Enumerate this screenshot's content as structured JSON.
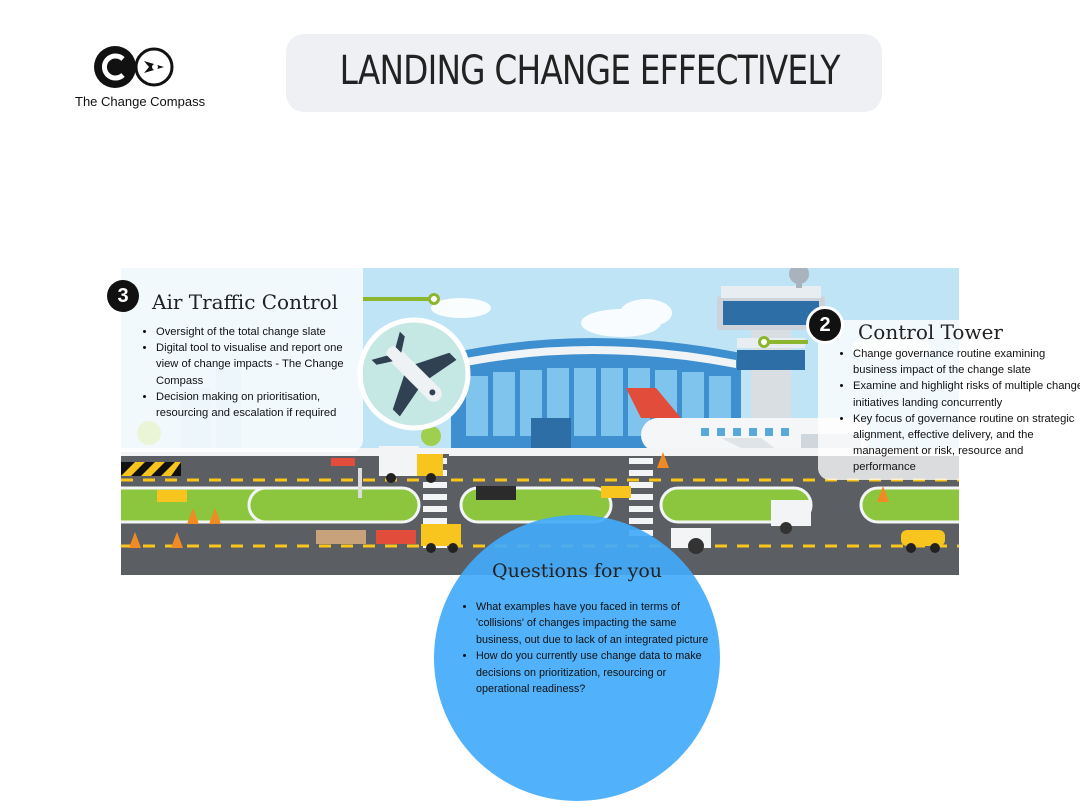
{
  "brand": {
    "logo_text": "The Change Compass"
  },
  "title": "LANDING CHANGE EFFECTIVELY",
  "air_traffic_control": {
    "number": "3",
    "title": "Air Traffic Control",
    "bullets": [
      "Oversight of the total change slate",
      "Digital tool to visualise and report one view of change impacts - The Change Compass",
      "Decision making on prioritisation, resourcing and escalation if required"
    ]
  },
  "control_tower": {
    "number": "2",
    "title": "Control Tower",
    "bullets": [
      "Change governance routine examining business impact of the change slate",
      "Examine and highlight risks of multiple change initiatives landing concurrently",
      "Key focus of governance routine on strategic alignment, effective delivery, and the management or risk, resource and performance"
    ]
  },
  "questions": {
    "title": "Questions for you",
    "bullets": [
      "What examples have you faced in terms of 'collisions' of changes impacting the same business, out due to lack of an integrated picture",
      "How do you currently use change data to make decisions on prioritization, resourcing or operational readiness?"
    ]
  },
  "colors": {
    "accent_green": "#8cb630",
    "question_blue": "#42aafa",
    "sky": "#bfe4f5",
    "runway": "#5b5f63",
    "grass": "#8cc63e"
  }
}
